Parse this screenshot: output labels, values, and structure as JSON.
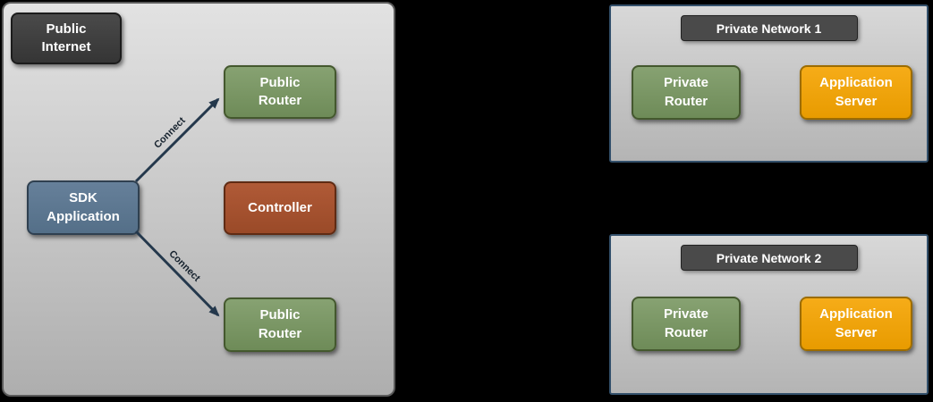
{
  "colors": {
    "background": "#000000",
    "container_border": "#5a5a5a",
    "network_border": "#33506b",
    "node_green": "#7a9663",
    "node_orange": "#f0a30a",
    "node_rust": "#a85432",
    "node_slate": "#5d7a94",
    "badge_dark": "#3f3f3f",
    "arrow": "#24384c"
  },
  "public_internet": {
    "label": "Public\nInternet",
    "nodes": {
      "sdk_application": "SDK\nApplication",
      "public_router_top": "Public\nRouter",
      "controller": "Controller",
      "public_router_bottom": "Public\nRouter"
    },
    "edges": [
      {
        "label": "Connect"
      },
      {
        "label": "Connect"
      }
    ]
  },
  "private_network_1": {
    "title": "Private Network 1",
    "nodes": {
      "private_router": "Private\nRouter",
      "application_server": "Application\nServer"
    }
  },
  "private_network_2": {
    "title": "Private Network 2",
    "nodes": {
      "private_router": "Private\nRouter",
      "application_server": "Application\nServer"
    }
  }
}
